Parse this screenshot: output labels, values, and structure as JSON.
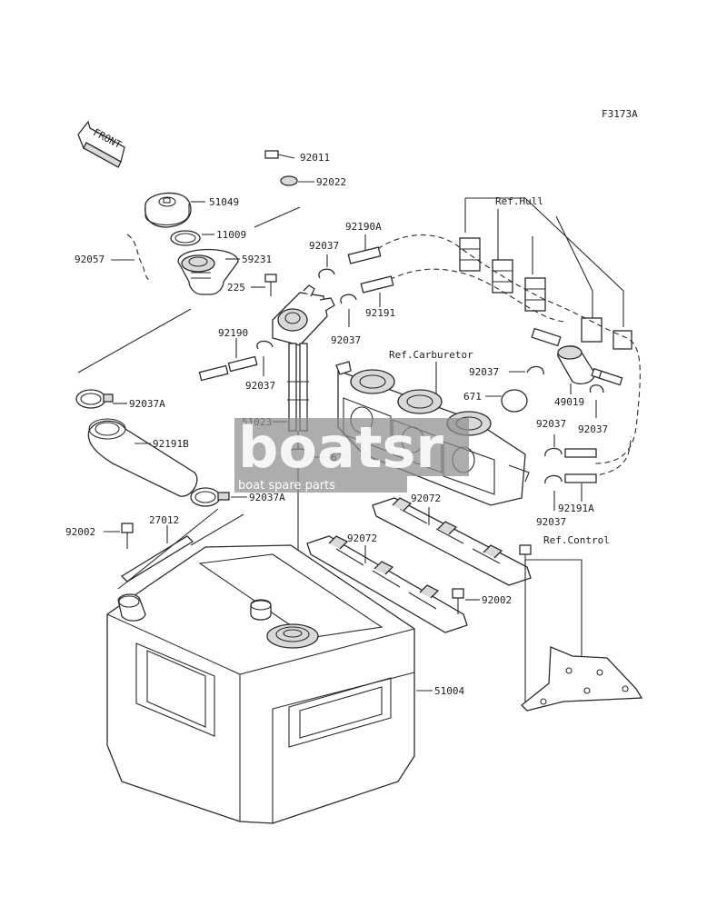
{
  "diagram": {
    "code": "F3173A",
    "front_label": "FRONT",
    "refs": {
      "hull": "Ref.Hull",
      "carburetor": "Ref.Carburetor",
      "control": "Ref.Control"
    },
    "labels": {
      "p92011": "92011",
      "p92022": "92022",
      "p51049": "51049",
      "p11009": "11009",
      "p92057": "92057",
      "p59231": "59231",
      "p92190A": "92190A",
      "p92037_a": "92037",
      "p225": "225",
      "p92191": "92191",
      "p92037_b": "92037",
      "p92190": "92190",
      "p92037_c": "92037",
      "p92037A_top": "92037A",
      "p92191B": "92191B",
      "p51023": "51023",
      "p670": "670",
      "p92037A_bot": "92037A",
      "p92002_left": "92002",
      "p27012": "27012",
      "p92037_d": "92037",
      "p671": "671",
      "p49019": "49019",
      "p92037_e": "92037",
      "p92037_f": "92037",
      "p92072_top": "92072",
      "p92191A": "92191A",
      "p92037_g": "92037",
      "p92072_bot": "92072",
      "p92002_right": "92002",
      "p51004": "51004"
    }
  },
  "watermark": {
    "logo_text": "boatsr",
    "tagline": "boat spare parts"
  }
}
